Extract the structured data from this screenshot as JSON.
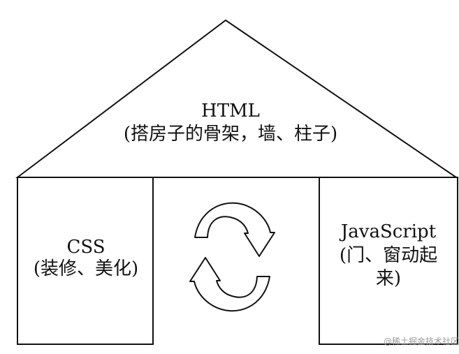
{
  "roof": {
    "title": "HTML",
    "subtitle": "(搭房子的骨架，墙、柱子)"
  },
  "left_block": {
    "title": "CSS",
    "subtitle": "(装修、美化)"
  },
  "right_block": {
    "title": "JavaScript",
    "subtitle": "(门、窗动起来)"
  },
  "center_icon": "refresh-cycle-icon",
  "watermark": "@稀土掘金技术社区"
}
